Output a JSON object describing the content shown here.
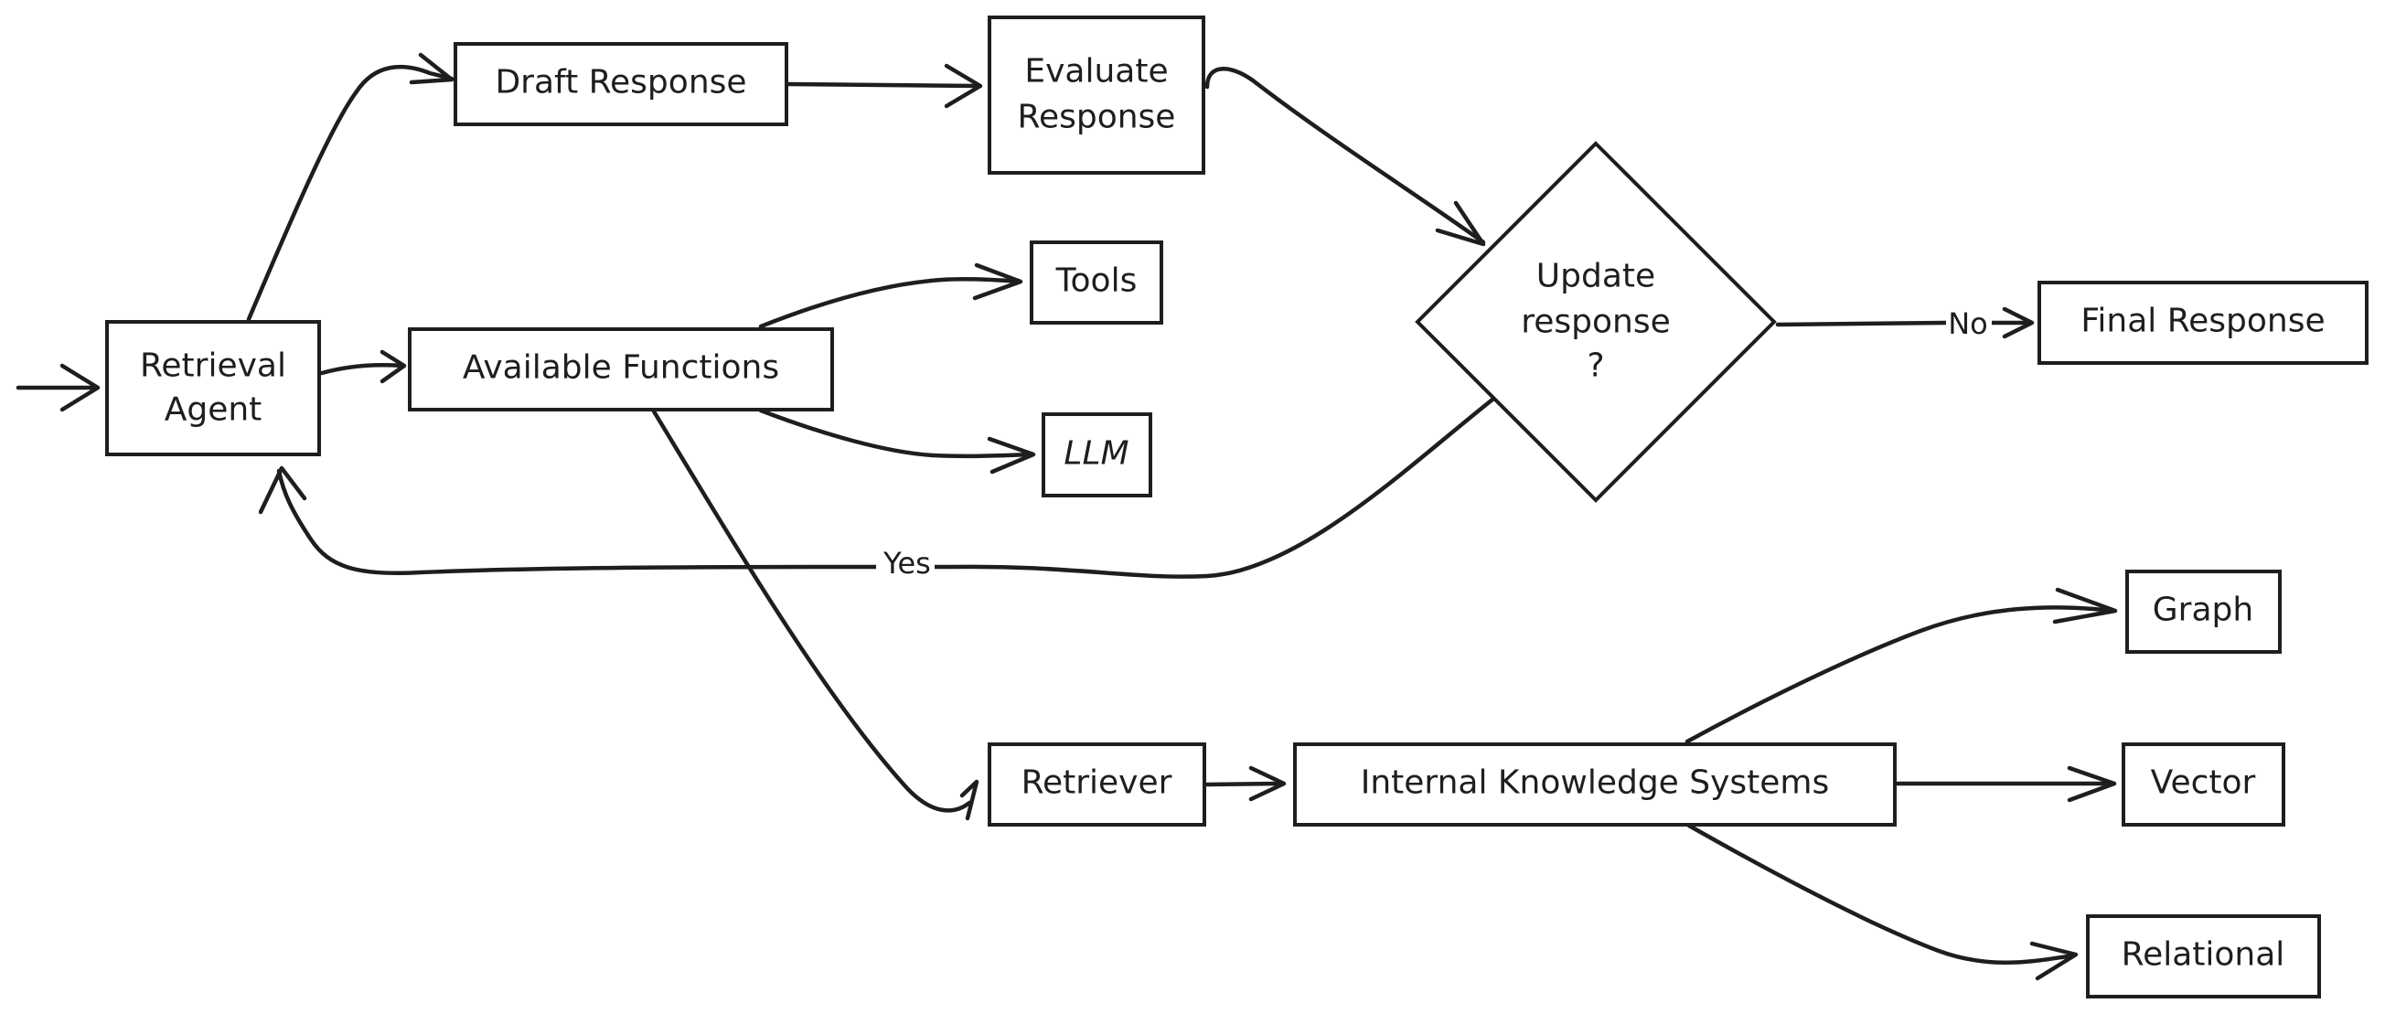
{
  "diagram": {
    "type": "flowchart",
    "style": "hand-drawn",
    "colors": {
      "stroke": "#1e1e1e",
      "background": "#ffffff"
    },
    "nodes": [
      {
        "id": "retrieval_agent",
        "shape": "rect",
        "lines": [
          "Retrieval",
          "Agent"
        ]
      },
      {
        "id": "available_functions",
        "shape": "rect",
        "lines": [
          "Available Functions"
        ]
      },
      {
        "id": "draft_response",
        "shape": "rect",
        "lines": [
          "Draft Response"
        ]
      },
      {
        "id": "evaluate_response",
        "shape": "rect",
        "lines": [
          "Evaluate",
          "Response"
        ]
      },
      {
        "id": "tools",
        "shape": "rect",
        "lines": [
          "Tools"
        ]
      },
      {
        "id": "llm",
        "shape": "rect",
        "lines": [
          "LLM"
        ]
      },
      {
        "id": "update_response",
        "shape": "diamond",
        "lines": [
          "Update",
          "response",
          "?"
        ]
      },
      {
        "id": "final_response",
        "shape": "rect",
        "lines": [
          "Final Response"
        ]
      },
      {
        "id": "retriever",
        "shape": "rect",
        "lines": [
          "Retriever"
        ]
      },
      {
        "id": "internal_knowledge_systems",
        "shape": "rect",
        "lines": [
          "Internal Knowledge Systems"
        ]
      },
      {
        "id": "graph",
        "shape": "rect",
        "lines": [
          "Graph"
        ]
      },
      {
        "id": "vector",
        "shape": "rect",
        "lines": [
          "Vector"
        ]
      },
      {
        "id": "relational",
        "shape": "rect",
        "lines": [
          "Relational"
        ]
      }
    ],
    "edges": [
      {
        "id": "entry",
        "from": null,
        "to": "retrieval_agent",
        "label": ""
      },
      {
        "id": "agent_to_draft",
        "from": "retrieval_agent",
        "to": "draft_response",
        "label": ""
      },
      {
        "id": "agent_to_functions",
        "from": "retrieval_agent",
        "to": "available_functions",
        "label": ""
      },
      {
        "id": "draft_to_evaluate",
        "from": "draft_response",
        "to": "evaluate_response",
        "label": ""
      },
      {
        "id": "evaluate_to_update",
        "from": "evaluate_response",
        "to": "update_response",
        "label": ""
      },
      {
        "id": "functions_to_tools",
        "from": "available_functions",
        "to": "tools",
        "label": ""
      },
      {
        "id": "functions_to_llm",
        "from": "available_functions",
        "to": "llm",
        "label": ""
      },
      {
        "id": "functions_to_retriever",
        "from": "available_functions",
        "to": "retriever",
        "label": ""
      },
      {
        "id": "update_no_final",
        "from": "update_response",
        "to": "final_response",
        "label": "No"
      },
      {
        "id": "update_yes_agent",
        "from": "update_response",
        "to": "retrieval_agent",
        "label": "Yes"
      },
      {
        "id": "retriever_to_iks",
        "from": "retriever",
        "to": "internal_knowledge_systems",
        "label": ""
      },
      {
        "id": "iks_to_graph",
        "from": "internal_knowledge_systems",
        "to": "graph",
        "label": ""
      },
      {
        "id": "iks_to_vector",
        "from": "internal_knowledge_systems",
        "to": "vector",
        "label": ""
      },
      {
        "id": "iks_to_relational",
        "from": "internal_knowledge_systems",
        "to": "relational",
        "label": ""
      }
    ]
  }
}
